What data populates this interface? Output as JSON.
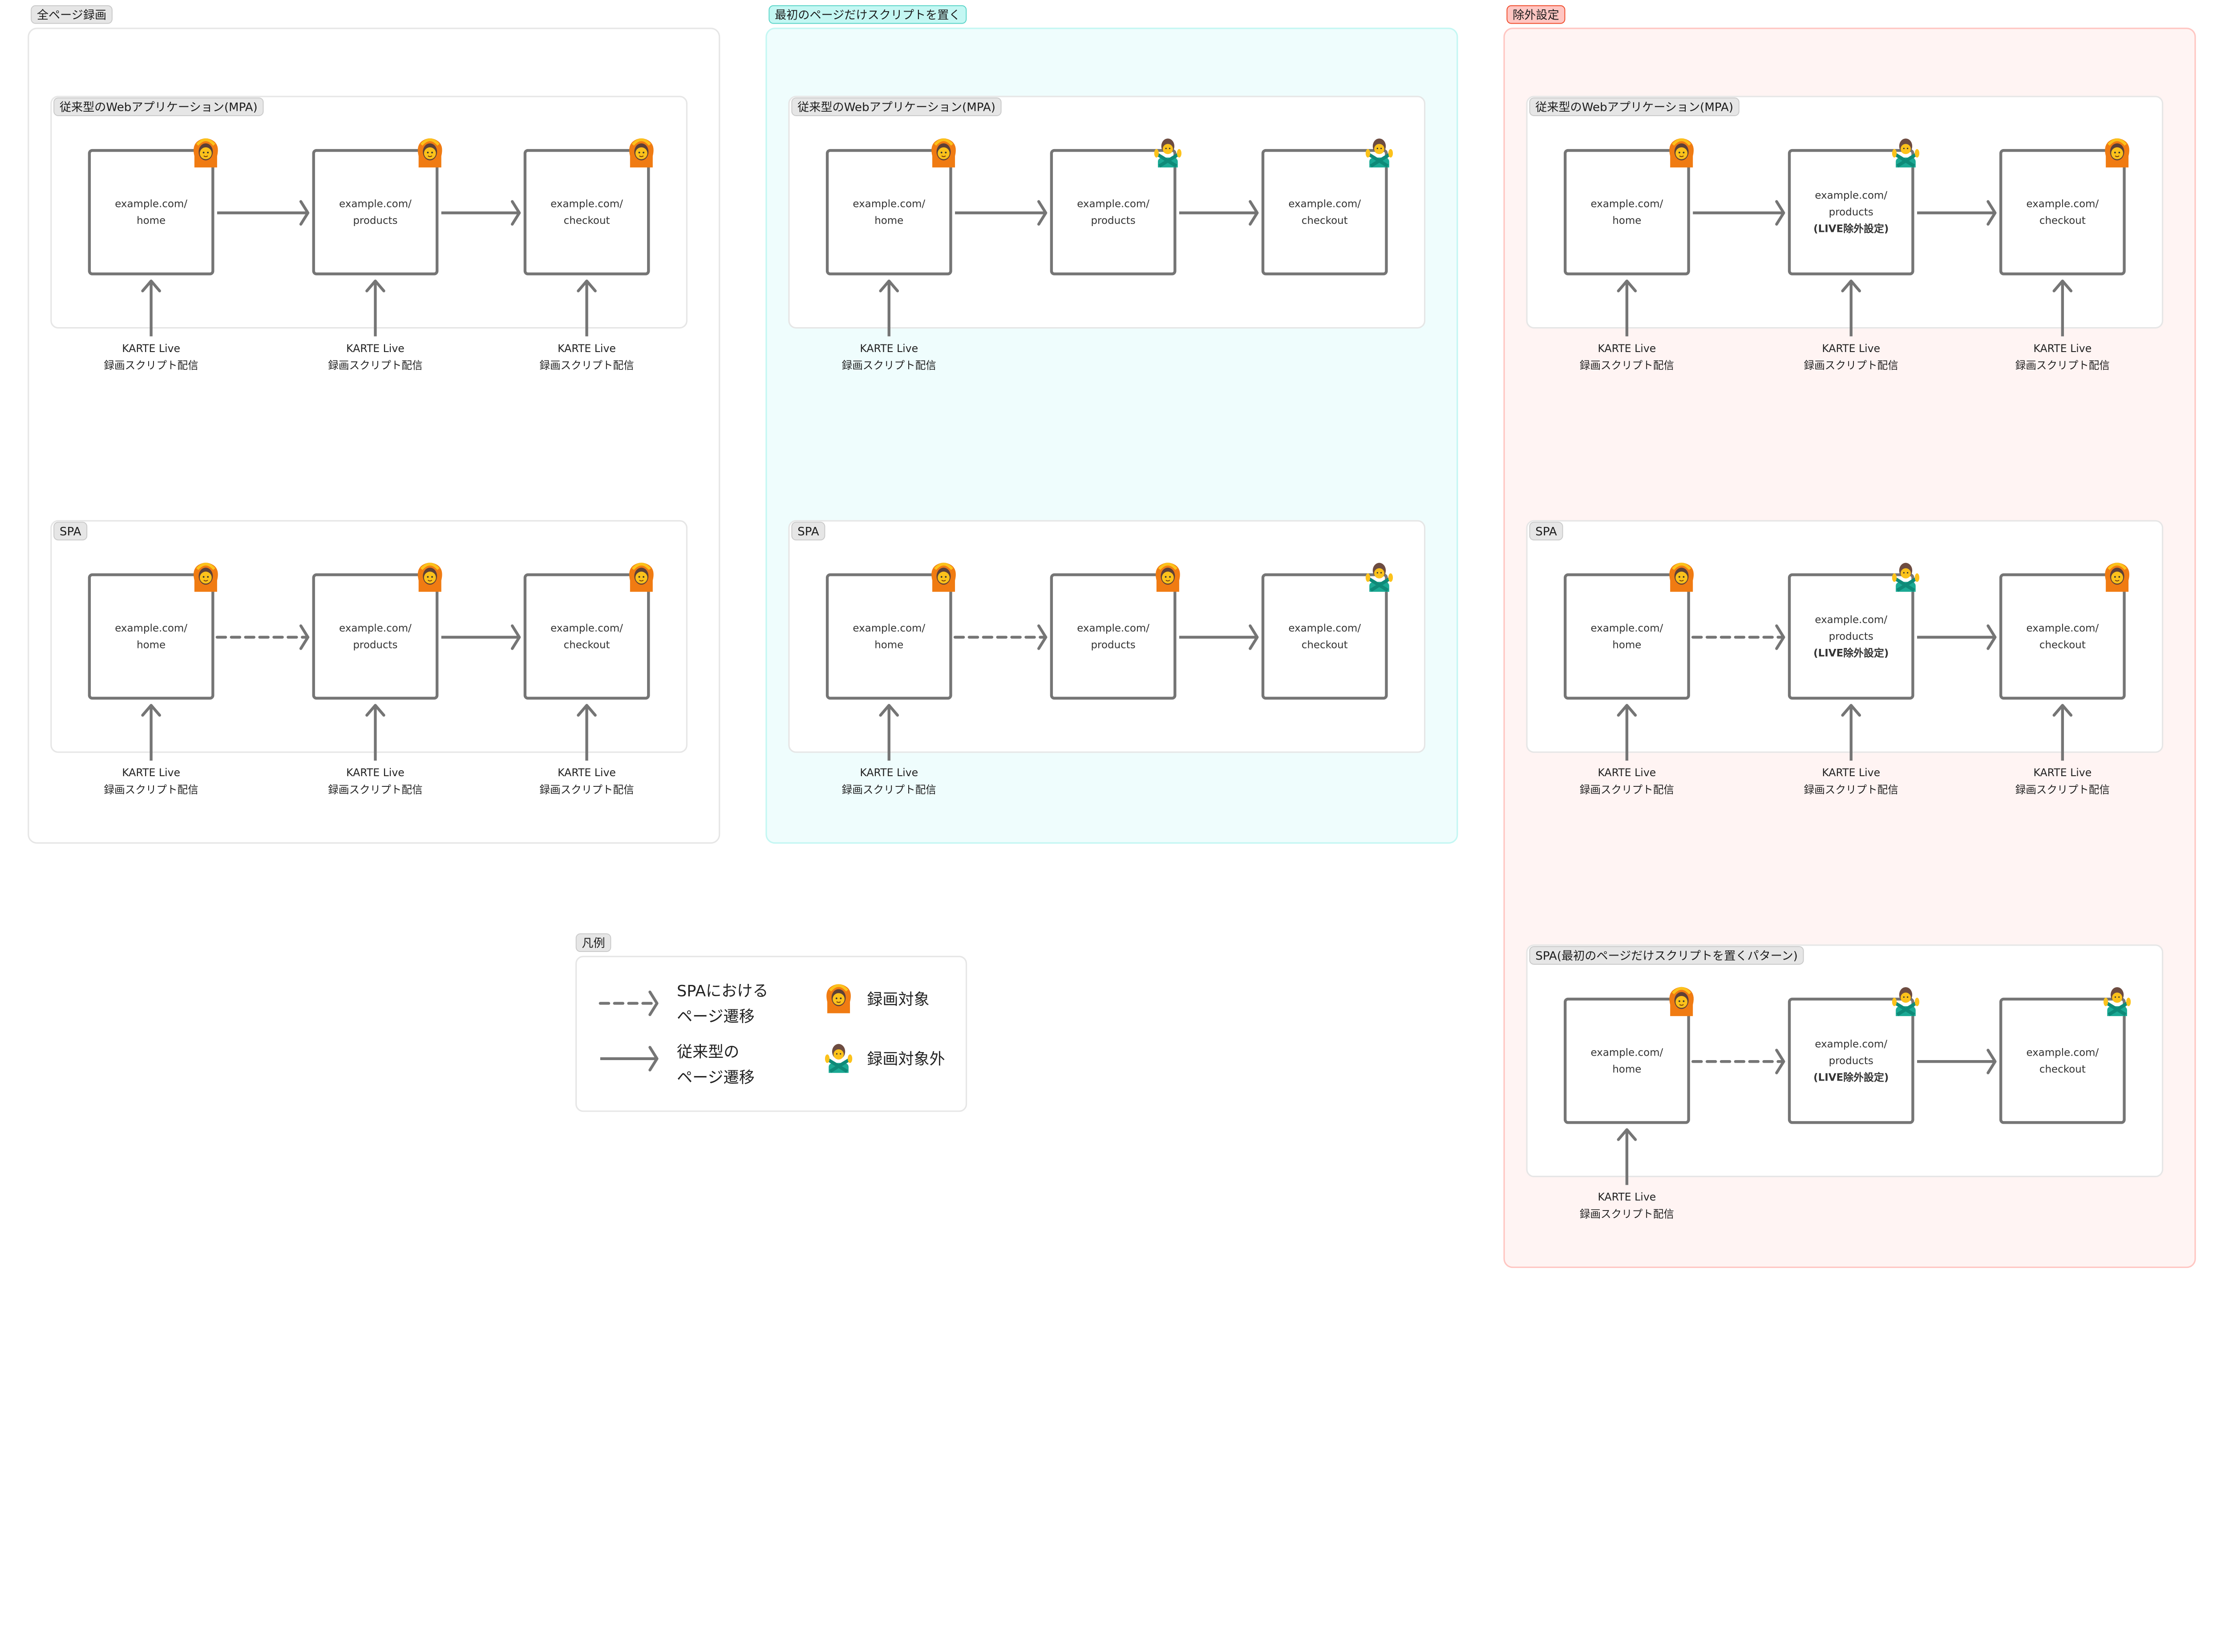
{
  "colors": {
    "line": "#757575",
    "recorded_emoji_body": "#f07b12",
    "excluded_emoji_body": "#1ba994",
    "default_tag": "#e6e6e6",
    "cyan_tag": "#c4f7f3",
    "cyan_fill": "#effdfd",
    "red_tag": "#ffc6c2",
    "red_fill": "#fff4f3"
  },
  "sections": [
    {
      "title": "全ページ録画",
      "theme": "default",
      "diagrams": [
        {
          "title": "従来型のWebアプリケーション(MPA)",
          "pages": [
            {
              "url": "example.com/",
              "path": "home",
              "note": "",
              "recorded": true,
              "script": true
            },
            {
              "url": "example.com/",
              "path": "products",
              "note": "",
              "recorded": true,
              "script": true
            },
            {
              "url": "example.com/",
              "path": "checkout",
              "note": "",
              "recorded": true,
              "script": true
            }
          ],
          "transitions": [
            "page",
            "page"
          ]
        },
        {
          "title": "SPA",
          "pages": [
            {
              "url": "example.com/",
              "path": "home",
              "note": "",
              "recorded": true,
              "script": true
            },
            {
              "url": "example.com/",
              "path": "products",
              "note": "",
              "recorded": true,
              "script": true
            },
            {
              "url": "example.com/",
              "path": "checkout",
              "note": "",
              "recorded": true,
              "script": true
            }
          ],
          "transitions": [
            "spa",
            "page"
          ]
        }
      ]
    },
    {
      "title": "最初のページだけスクリプトを置く",
      "theme": "cyan",
      "diagrams": [
        {
          "title": "従来型のWebアプリケーション(MPA)",
          "pages": [
            {
              "url": "example.com/",
              "path": "home",
              "note": "",
              "recorded": true,
              "script": true
            },
            {
              "url": "example.com/",
              "path": "products",
              "note": "",
              "recorded": false,
              "script": false
            },
            {
              "url": "example.com/",
              "path": "checkout",
              "note": "",
              "recorded": false,
              "script": false
            }
          ],
          "transitions": [
            "page",
            "page"
          ]
        },
        {
          "title": "SPA",
          "pages": [
            {
              "url": "example.com/",
              "path": "home",
              "note": "",
              "recorded": true,
              "script": true
            },
            {
              "url": "example.com/",
              "path": "products",
              "note": "",
              "recorded": true,
              "script": false
            },
            {
              "url": "example.com/",
              "path": "checkout",
              "note": "",
              "recorded": false,
              "script": false
            }
          ],
          "transitions": [
            "spa",
            "page"
          ]
        }
      ]
    },
    {
      "title": "除外設定",
      "theme": "red",
      "diagrams": [
        {
          "title": "従来型のWebアプリケーション(MPA)",
          "pages": [
            {
              "url": "example.com/",
              "path": "home",
              "note": "",
              "recorded": true,
              "script": true
            },
            {
              "url": "example.com/",
              "path": "products",
              "note": "(LIVE除外設定)",
              "recorded": false,
              "script": true
            },
            {
              "url": "example.com/",
              "path": "checkout",
              "note": "",
              "recorded": true,
              "script": true
            }
          ],
          "transitions": [
            "page",
            "page"
          ]
        },
        {
          "title": "SPA",
          "pages": [
            {
              "url": "example.com/",
              "path": "home",
              "note": "",
              "recorded": true,
              "script": true
            },
            {
              "url": "example.com/",
              "path": "products",
              "note": "(LIVE除外設定)",
              "recorded": false,
              "script": true
            },
            {
              "url": "example.com/",
              "path": "checkout",
              "note": "",
              "recorded": true,
              "script": true
            }
          ],
          "transitions": [
            "spa",
            "page"
          ]
        },
        {
          "title": "SPA(最初のページだけスクリプトを置くパターン)",
          "pages": [
            {
              "url": "example.com/",
              "path": "home",
              "note": "",
              "recorded": true,
              "script": true
            },
            {
              "url": "example.com/",
              "path": "products",
              "note": "(LIVE除外設定)",
              "recorded": false,
              "script": false
            },
            {
              "url": "example.com/",
              "path": "checkout",
              "note": "",
              "recorded": false,
              "script": false
            }
          ],
          "transitions": [
            "spa",
            "page"
          ]
        }
      ]
    }
  ],
  "script_label": {
    "line1": "KARTE Live",
    "line2": "録画スクリプト配信"
  },
  "legend": {
    "title": "凡例",
    "spa_transition": {
      "line1": "SPAにおける",
      "line2": "ページ遷移",
      "icon": "dashed-arrow"
    },
    "page_transition": {
      "line1": "従来型の",
      "line2": "ページ遷移",
      "icon": "solid-arrow"
    },
    "recorded": {
      "label": "録画対象",
      "icon": "person-gesturing-ok-emoji"
    },
    "excluded": {
      "label": "録画対象外",
      "icon": "man-gesturing-no-emoji"
    }
  }
}
